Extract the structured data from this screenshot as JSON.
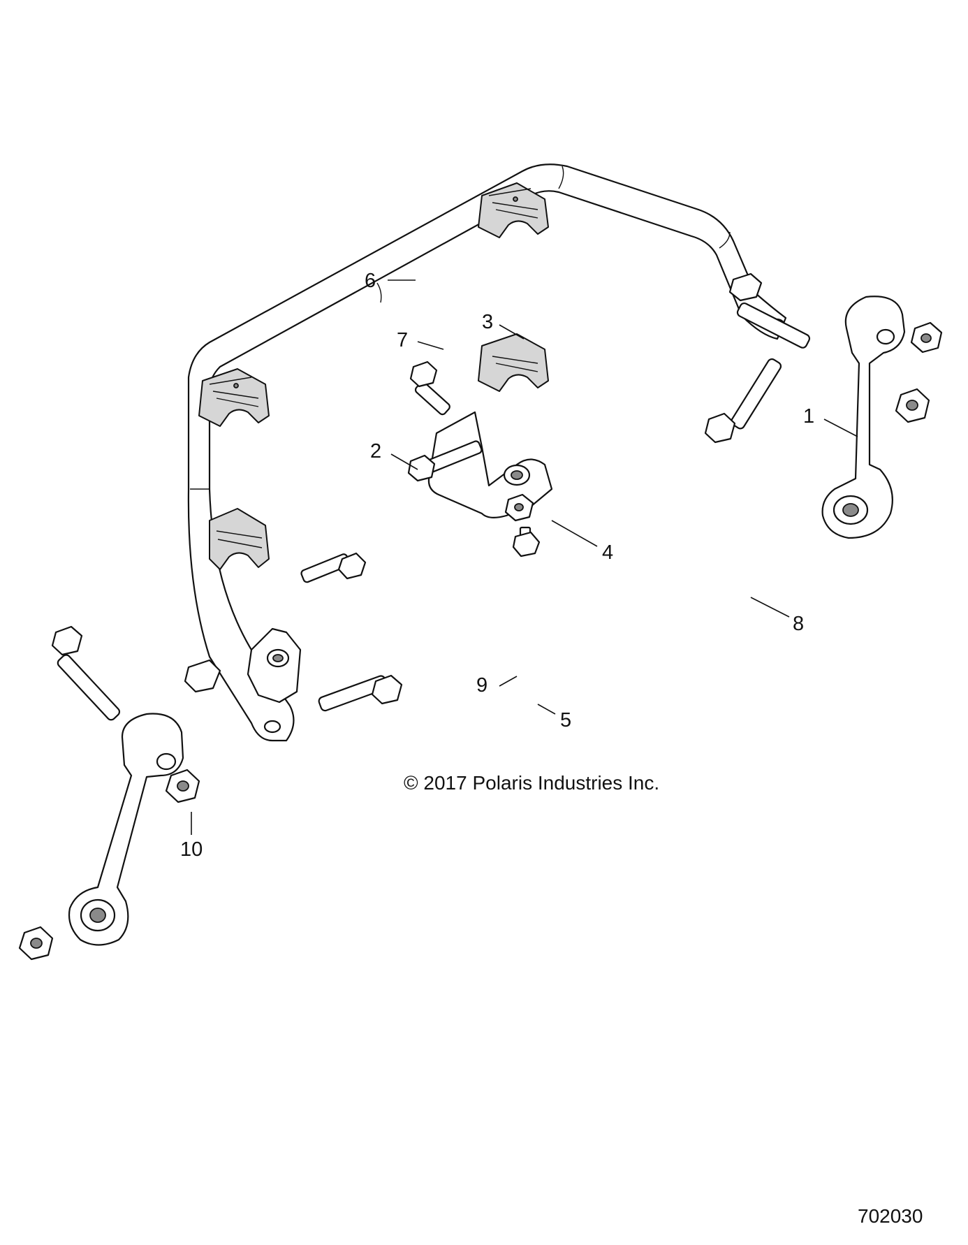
{
  "callouts": [
    "1",
    "2",
    "3",
    "4",
    "5",
    "6",
    "7",
    "8",
    "9",
    "10"
  ],
  "copyright": "© 2017 Polaris Industries Inc.",
  "figure_number": "702030"
}
